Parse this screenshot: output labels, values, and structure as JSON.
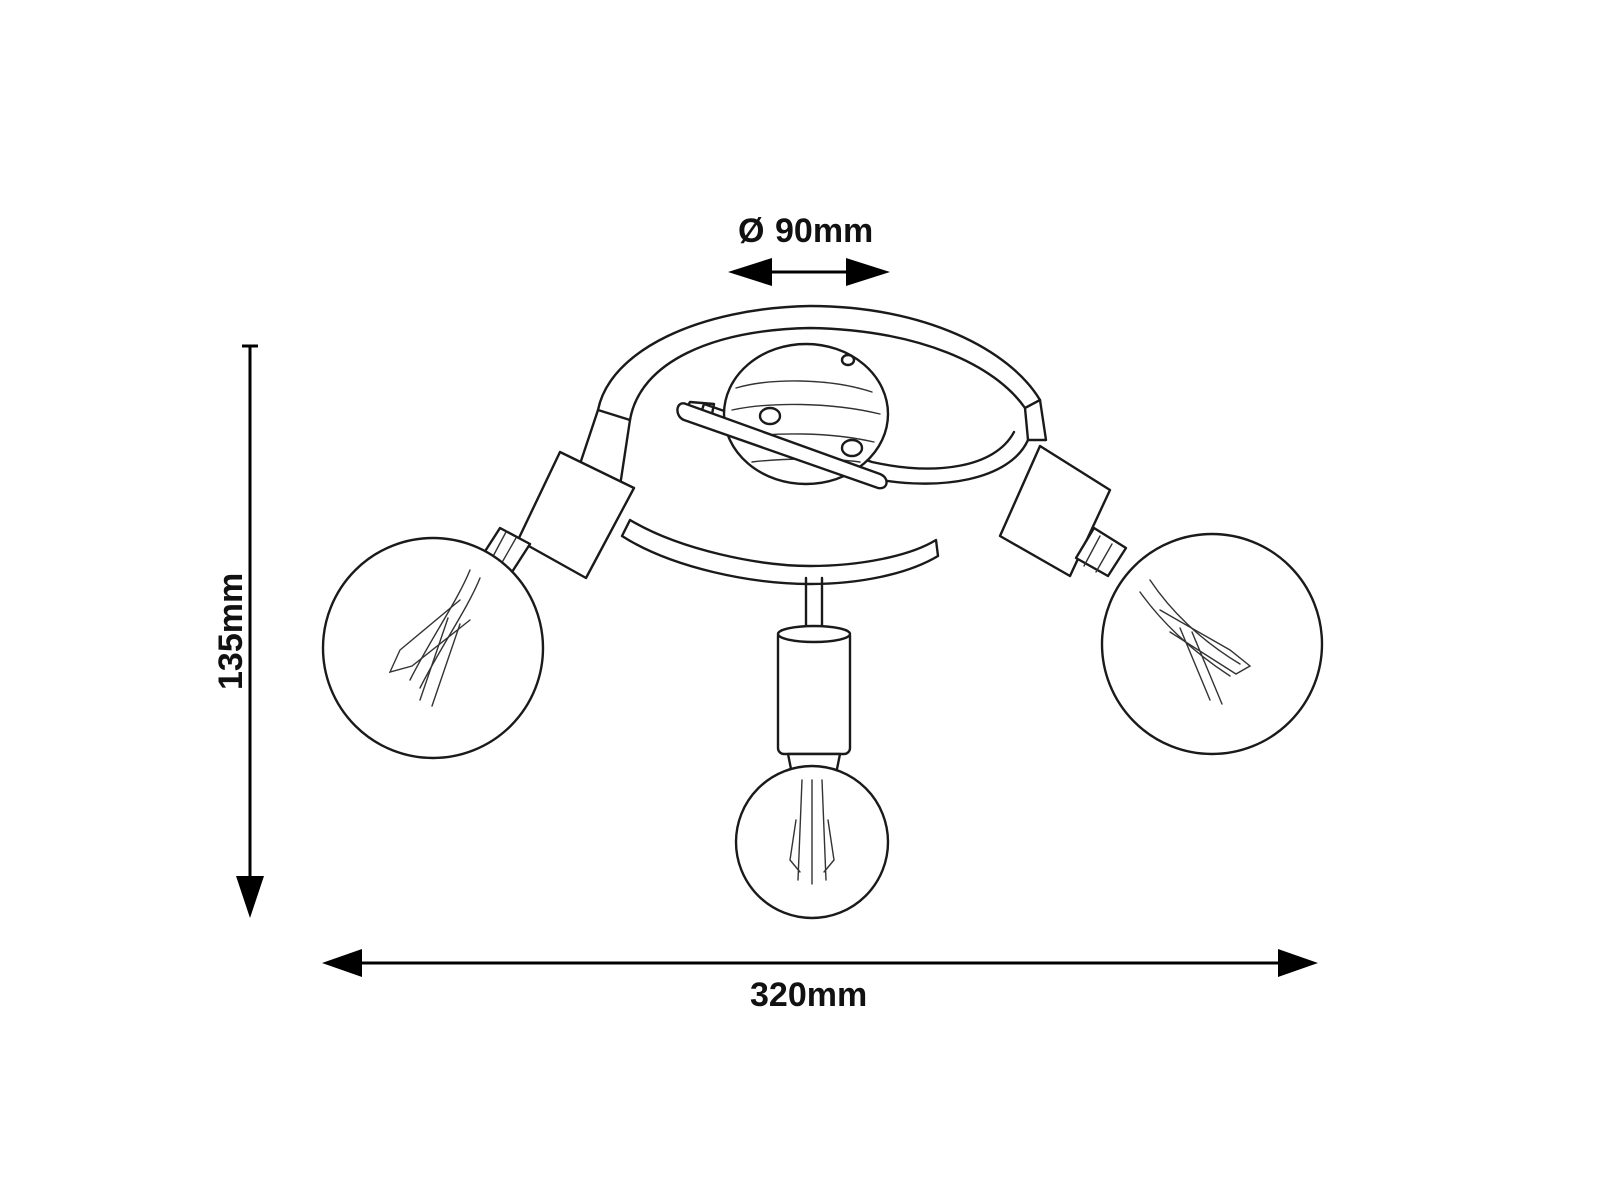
{
  "dimensions": {
    "diameter": "90mm",
    "diameter_symbol": "Ø",
    "height": "135mm",
    "width": "320mm"
  },
  "colors": {
    "line": "#1a1a1a",
    "background": "#ffffff"
  }
}
